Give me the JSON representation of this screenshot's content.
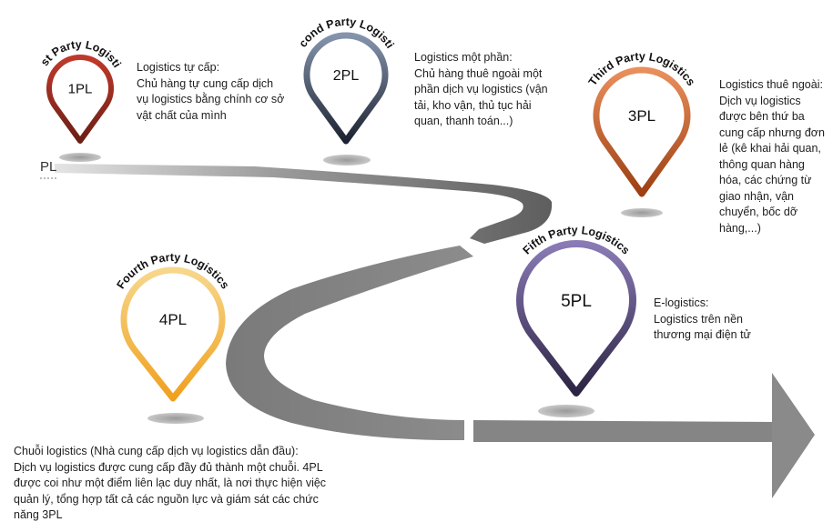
{
  "colors": {
    "road_light": "#d6d6d6",
    "road_dark": "#6a6a6a",
    "pin_1pl": [
      "#c0392b",
      "#6b1f16"
    ],
    "pin_2pl": [
      "#8494ad",
      "#1d2330"
    ],
    "pin_3pl": [
      "#e98f5c",
      "#9d3f12"
    ],
    "pin_4pl": [
      "#f7d78c",
      "#f0a01e"
    ],
    "pin_5pl": [
      "#8a7bb6",
      "#2c2443"
    ]
  },
  "fragment_label": "PL",
  "pins": [
    {
      "id": "1pl",
      "code": "1PL",
      "arc_title": "First Party Logistics",
      "desc_lines": [
        "Logistics tự cấp:",
        "Chủ hàng tự cung cấp dịch",
        "vụ logistics bằng chính cơ sở",
        "vật chất của mình"
      ]
    },
    {
      "id": "2pl",
      "code": "2PL",
      "arc_title": "Second Party Logistics",
      "desc_lines": [
        "Logistics một phần:",
        "Chủ hàng thuê ngoài một",
        "phần dịch vụ logistics (vận",
        "tải, kho vận, thủ tục hải",
        "quan, thanh toán...)"
      ]
    },
    {
      "id": "3pl",
      "code": "3PL",
      "arc_title": "Third Party Logistics",
      "desc_lines": [
        "Logistics thuê ngoài:",
        "Dịch vụ logistics",
        "được bên thứ ba",
        "cung cấp nhưng đơn",
        "lẻ (kê khai hải quan,",
        "thông quan hàng",
        "hóa, các chứng từ",
        "giao nhận, vận",
        "chuyển, bốc dỡ",
        "hàng,...)"
      ]
    },
    {
      "id": "4pl",
      "code": "4PL",
      "arc_title": "Fourth Party Logistics",
      "desc_lines": [
        "Chuỗi logistics (Nhà cung cấp dịch vụ logistics dẫn đầu):",
        "Dịch vụ logistics được cung cấp đầy đủ thành một chuỗi. 4PL",
        "được coi như một điểm liên lạc duy nhất, là nơi thực hiện việc",
        "quản lý, tổng hợp tất cả các nguồn lực và giám sát các chức",
        "năng 3PL"
      ]
    },
    {
      "id": "5pl",
      "code": "5PL",
      "arc_title": "Fifth Party Logistics",
      "desc_lines": [
        "E-logistics:",
        "Logistics trên nền",
        "thương mại điện tử"
      ]
    }
  ]
}
